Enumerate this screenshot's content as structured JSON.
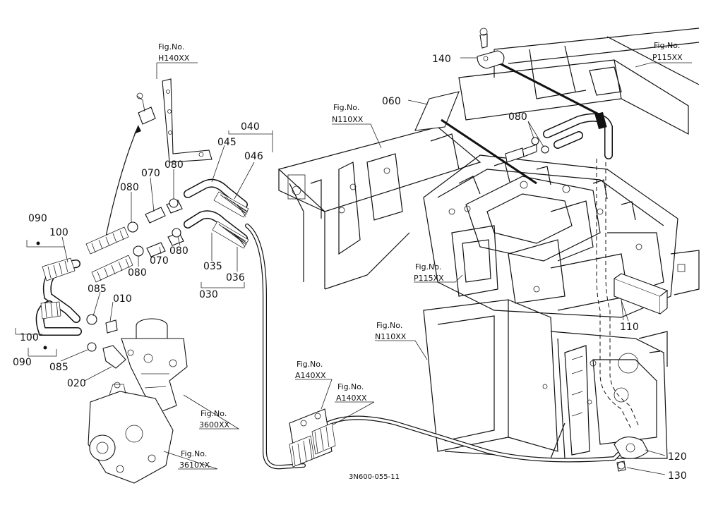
{
  "diagram": {
    "part_numbers": {
      "p010": "010",
      "p020": "020",
      "p030": "030",
      "p035": "035",
      "p036": "036",
      "p040": "040",
      "p045": "045",
      "p046": "046",
      "p060": "060",
      "p070a": "070",
      "p070b": "070",
      "p080a": "080",
      "p080b": "080",
      "p080c": "080",
      "p080d": "080",
      "p080e": "080",
      "p085a": "085",
      "p085b": "085",
      "p090a": "090",
      "p090b": "090",
      "p100a": "100",
      "p100b": "100",
      "p110": "110",
      "p120": "120",
      "p130": "130",
      "p140": "140"
    },
    "fig_refs": {
      "fig_label": "Fig.No.",
      "h140": "H140XX",
      "p115_top": "P115XX",
      "n110_top": "N110XX",
      "p115_mid": "P115XX",
      "n110_mid": "N110XX",
      "a140_a": "A140XX",
      "a140_b": "A140XX",
      "x3600": "3600XX",
      "x3610": "3610XX"
    },
    "drawing_code": "3N600-055-11",
    "line_color": "#111111",
    "background": "#ffffff"
  }
}
